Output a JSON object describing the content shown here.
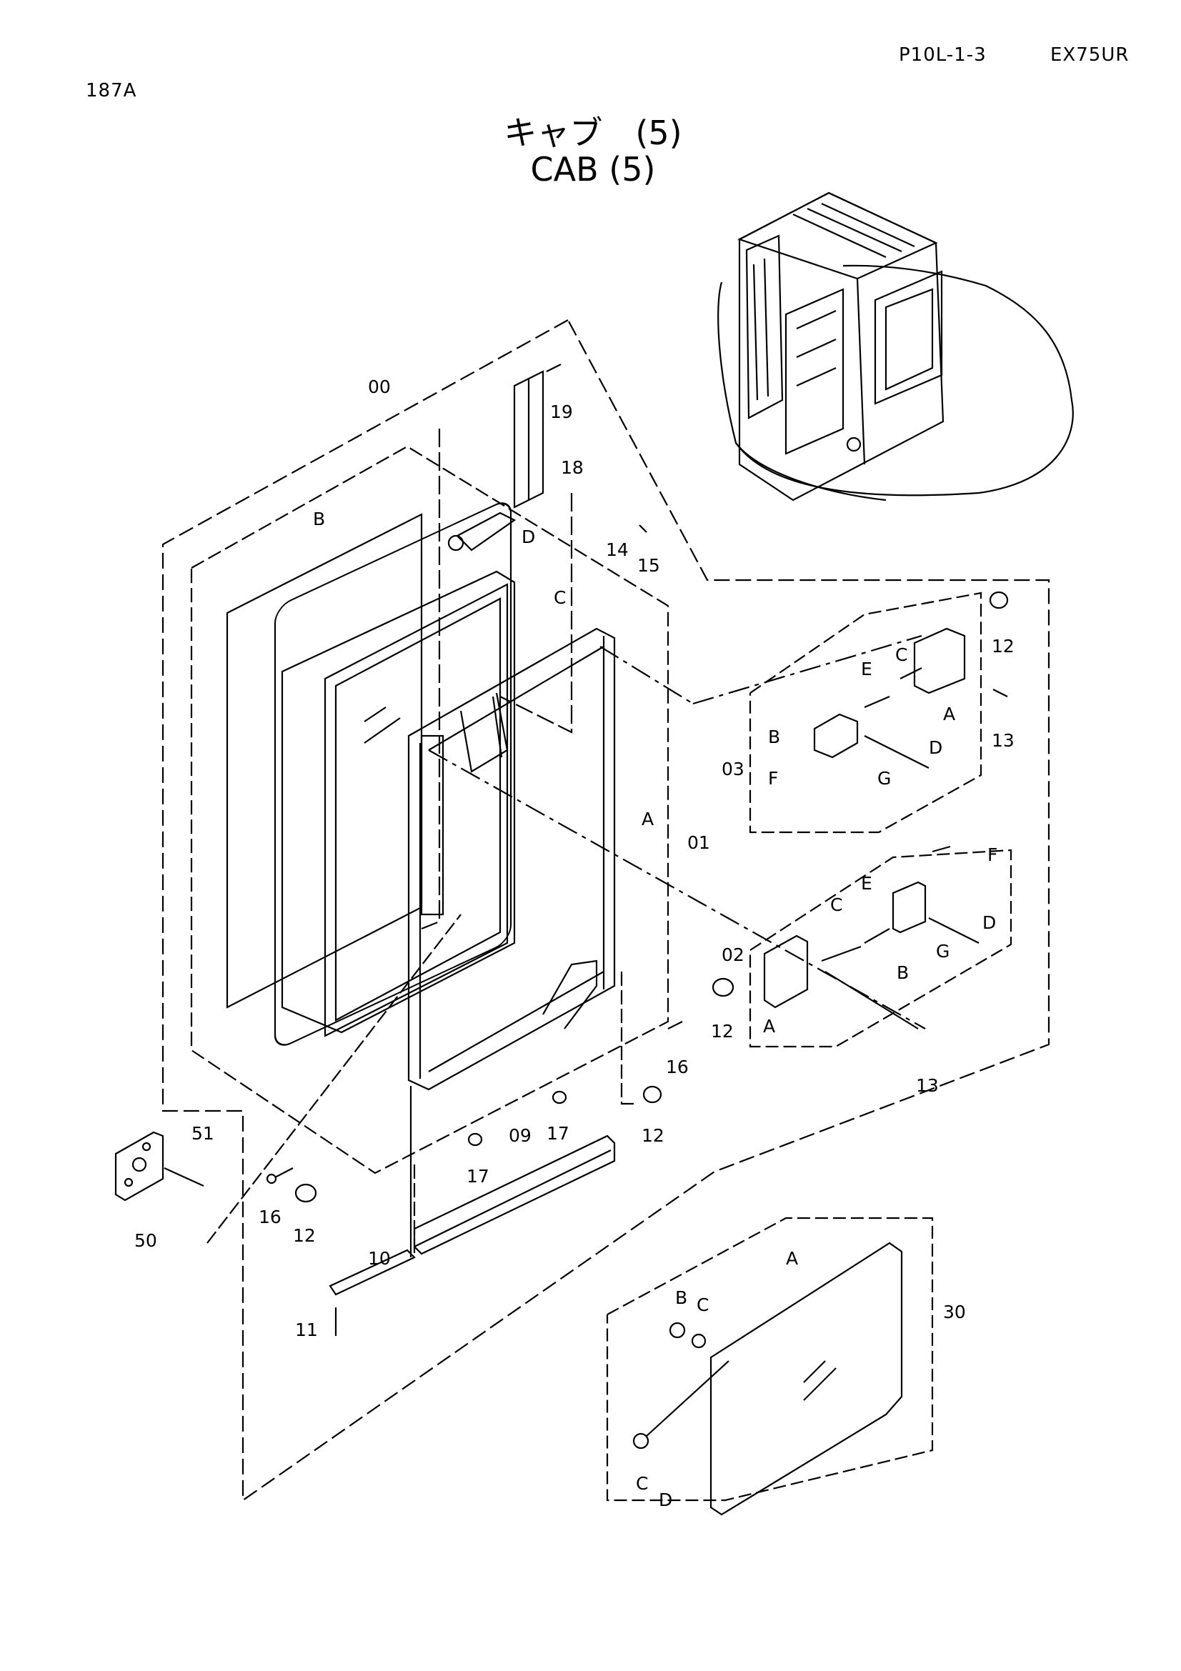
{
  "header": {
    "page_code": "P10L-1-3",
    "model": "EX75UR",
    "sheet_no": "187A"
  },
  "title": {
    "jp": "キャブ　(5)",
    "en": "CAB  (5)"
  },
  "labels": {
    "assembly": "00",
    "door_frame": "01",
    "hinge_lower": "02",
    "hinge_upper": "03",
    "rail": "09",
    "rail_bracket": "10",
    "bolt_11": "11",
    "bushing": "12",
    "bolt_13": "13",
    "washer_14": "14",
    "bolt_15": "15",
    "bolt_16": "16",
    "nut_17": "17",
    "handle_18": "18",
    "bolt_19": "19",
    "window_30": "30",
    "plate_50": "50",
    "bolt_51": "51",
    "A": "A",
    "B": "B",
    "C": "C",
    "D": "D",
    "E": "E",
    "F": "F",
    "G": "G"
  }
}
